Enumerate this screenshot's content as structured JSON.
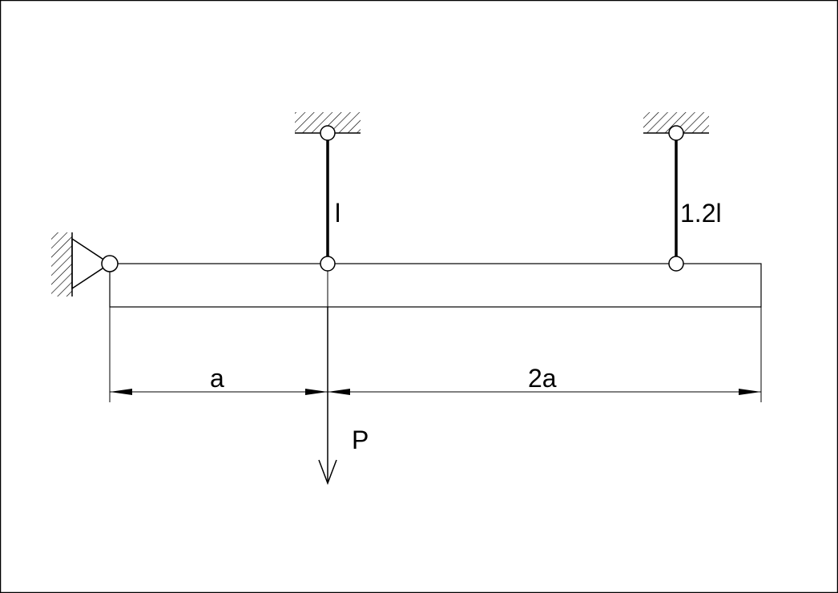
{
  "diagram": {
    "labels": {
      "rod_left": "l",
      "rod_right": "1.2l",
      "dim_left": "a",
      "dim_right": "2a",
      "load": "P"
    },
    "colors": {
      "stroke": "#000000",
      "background": "#ffffff"
    }
  }
}
